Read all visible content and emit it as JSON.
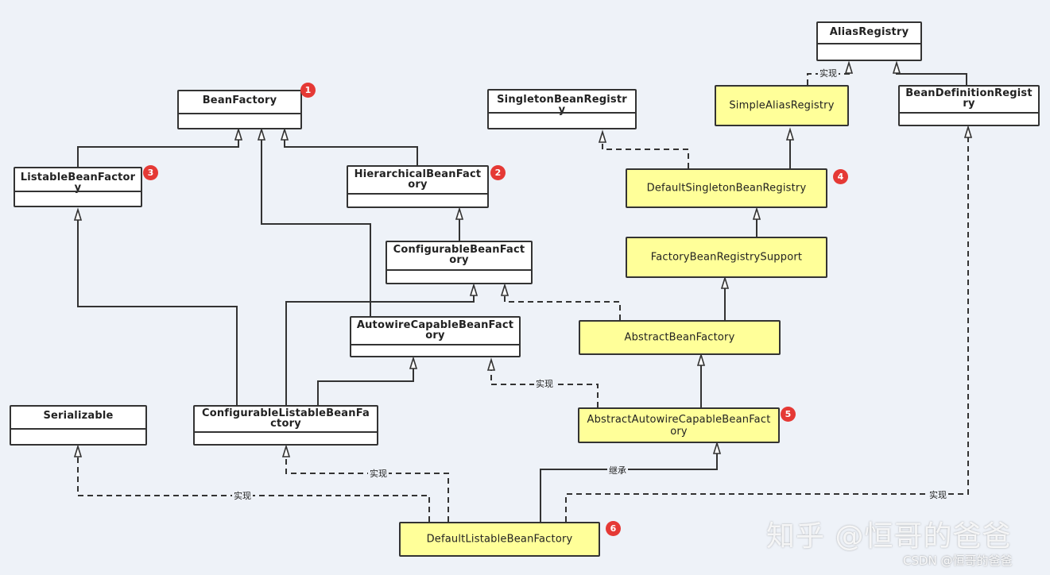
{
  "nodes": [
    {
      "id": "alias",
      "label": "AliasRegistry"
    },
    {
      "id": "bf",
      "label": "BeanFactory",
      "badge": "1"
    },
    {
      "id": "sbr",
      "label": "SingletonBeanRegistry"
    },
    {
      "id": "sar",
      "label": "SimpleAliasRegistry"
    },
    {
      "id": "bdr",
      "label": "BeanDefinitionRegistry"
    },
    {
      "id": "lbf",
      "label": "ListableBeanFactory",
      "badge": "3"
    },
    {
      "id": "hbf",
      "label": "HierarchicalBeanFactory",
      "badge": "2"
    },
    {
      "id": "dsbr",
      "label": "DefaultSingletonBeanRegistry",
      "badge": "4"
    },
    {
      "id": "cbf",
      "label": "ConfigurableBeanFactory"
    },
    {
      "id": "fbrs",
      "label": "FactoryBeanRegistrySupport"
    },
    {
      "id": "acbf",
      "label": "AutowireCapableBeanFactory"
    },
    {
      "id": "abf",
      "label": "AbstractBeanFactory"
    },
    {
      "id": "ser",
      "label": "Serializable"
    },
    {
      "id": "clbf",
      "label": "ConfigurableListableBeanFactory"
    },
    {
      "id": "aacbf",
      "label": "AbstractAutowireCapableBeanFactory",
      "badge": "5"
    },
    {
      "id": "dlbf",
      "label": "DefaultListableBeanFactory",
      "badge": "6"
    }
  ],
  "edge_labels": {
    "impl": "实现",
    "extends": "继承"
  },
  "watermark": {
    "main": "知乎 @恒哥的爸爸",
    "csdn": "CSDN @恒哥的爸爸"
  }
}
